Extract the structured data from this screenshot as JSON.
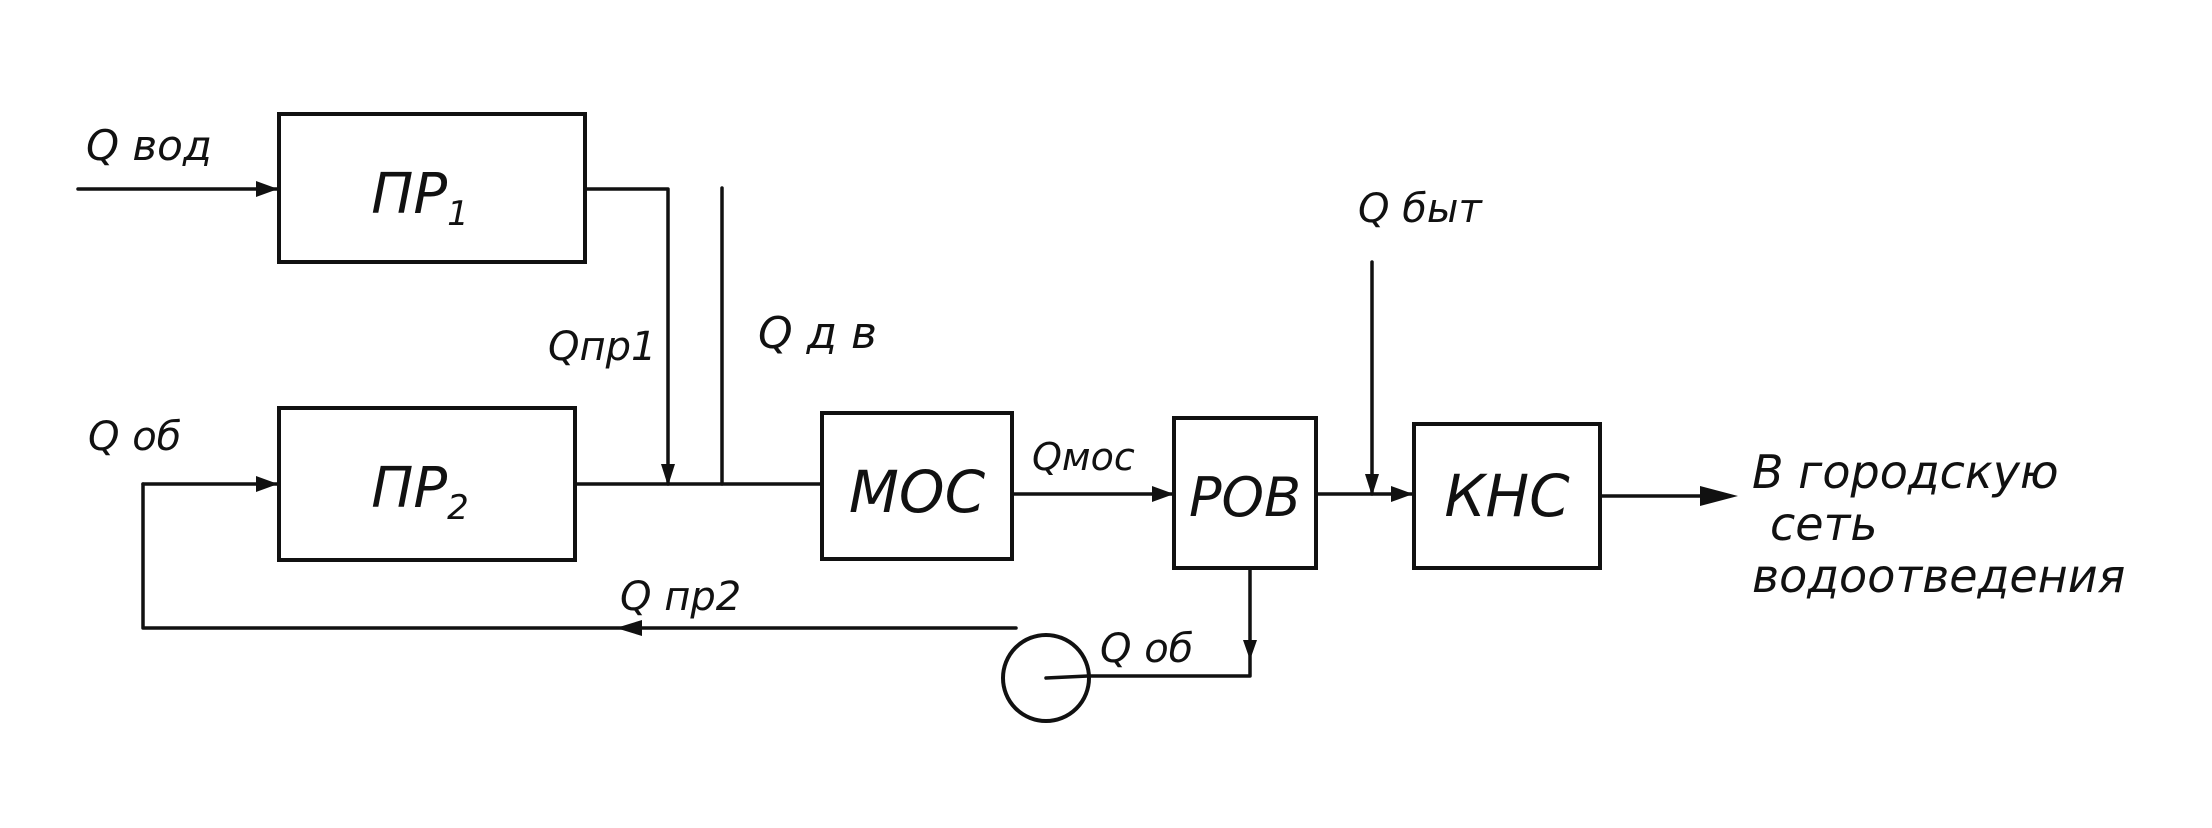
{
  "blocks": {
    "pr1": "ПР",
    "pr1_sub": "1",
    "pr2": "ПР",
    "pr2_sub": "2",
    "mos": "МОС",
    "rov": "РОВ",
    "kns": "КНС"
  },
  "flows": {
    "q_vod": "Q вод",
    "q_pr1": "Qпр1",
    "q_dv": "Q д в",
    "q_ob_left": "Q об",
    "q_mos": "Qмос",
    "q_byt": "Q быт",
    "q_pr2": "Q пр2",
    "q_ob_bottom": "Q об"
  },
  "output": {
    "line1": "В городскую",
    "line2": "сеть",
    "line3": "водоотведения"
  }
}
